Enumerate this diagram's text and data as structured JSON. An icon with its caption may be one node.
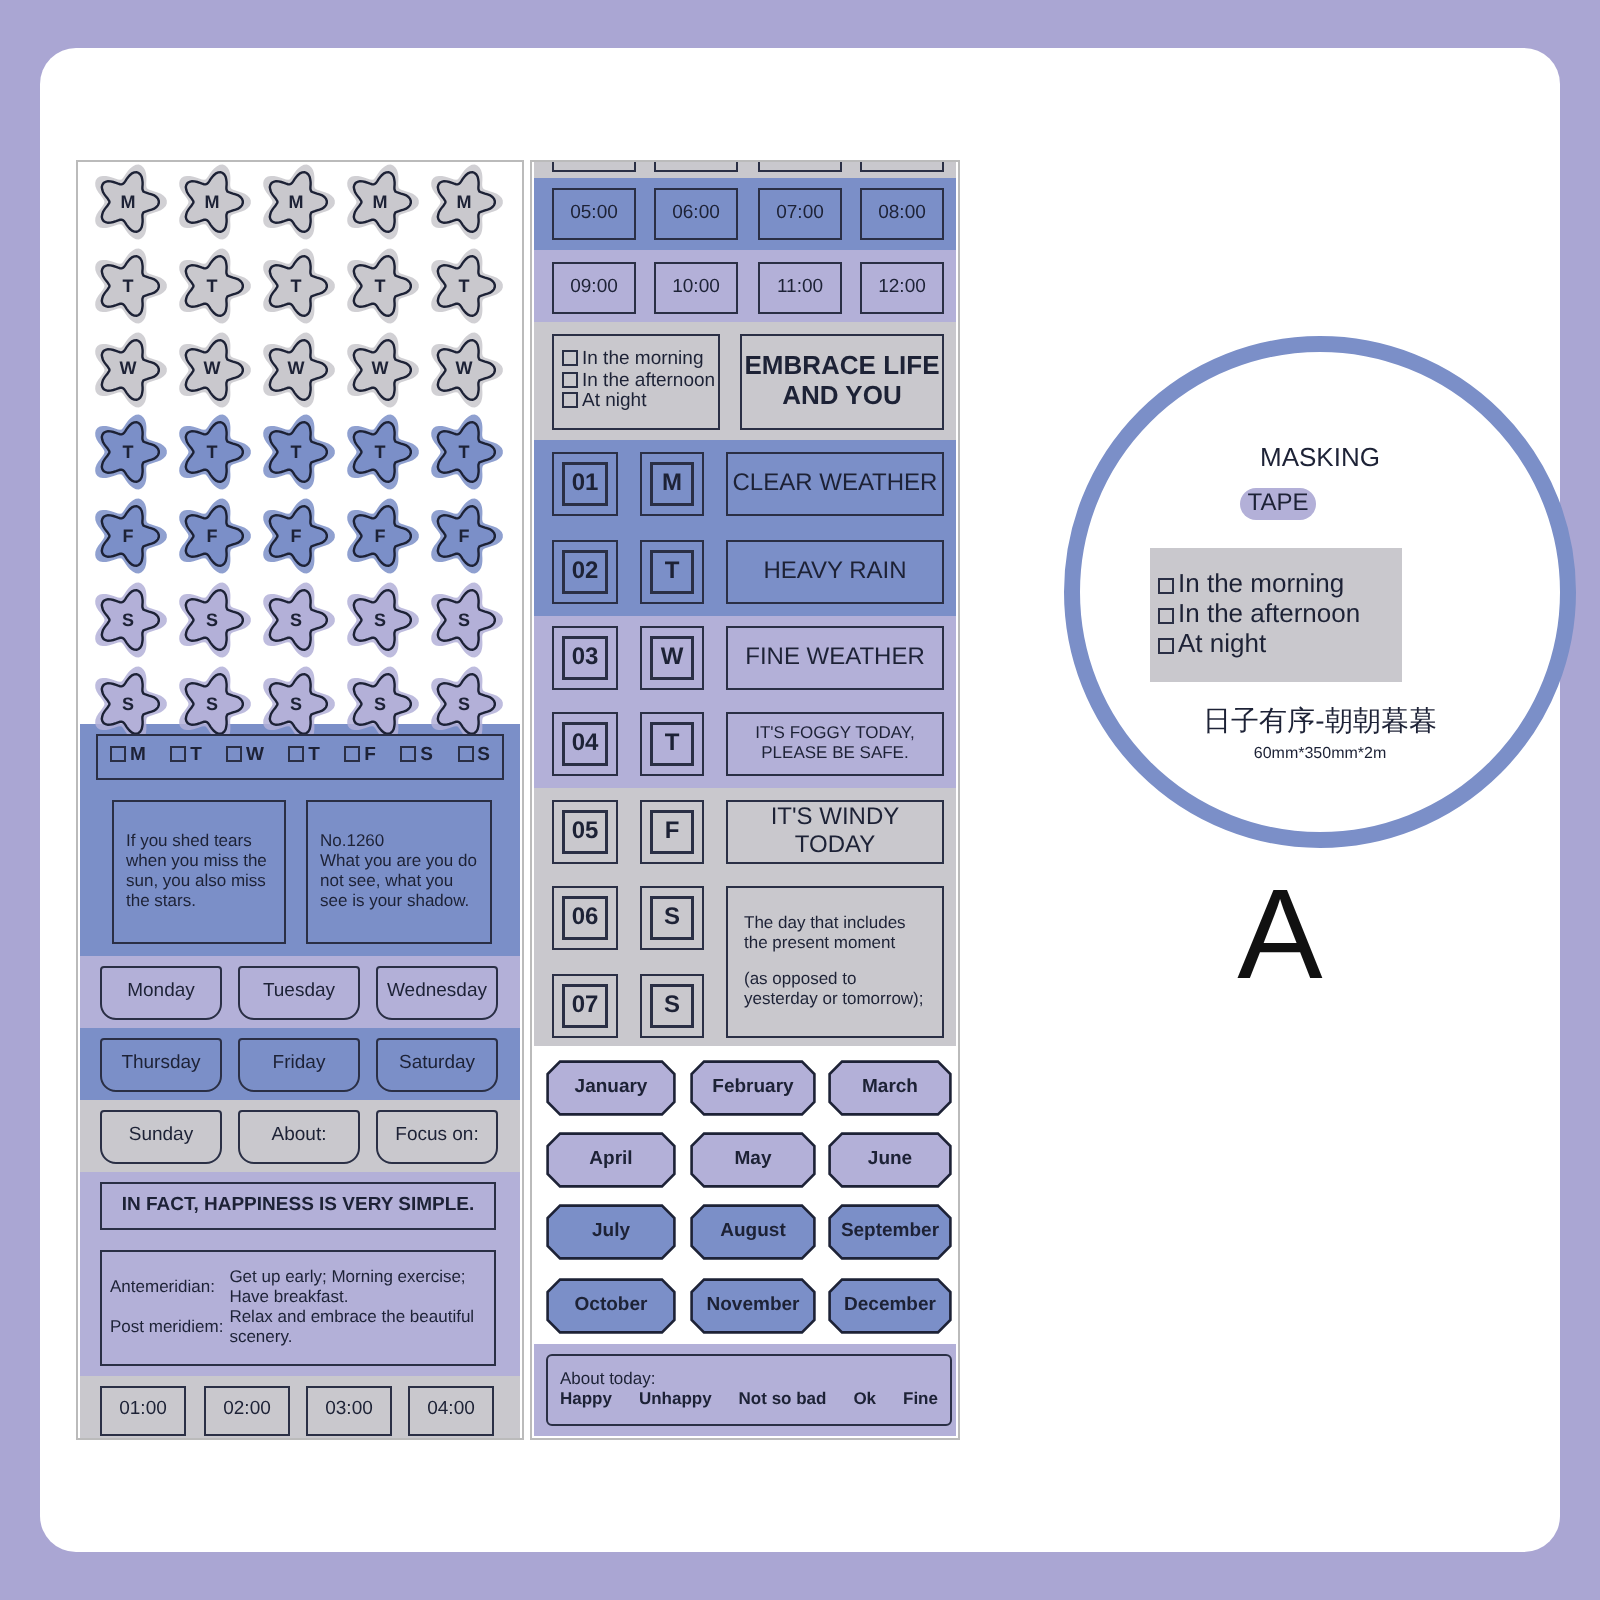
{
  "diagram": {
    "nodes": [
      {
        "text": [
          "M"
        ]
      },
      {
        "text": [
          "M"
        ]
      },
      {
        "text": [
          "M"
        ]
      },
      {
        "text": [
          "M"
        ]
      },
      {
        "text": [
          "M"
        ]
      },
      {
        "text": [
          "T"
        ]
      },
      {
        "text": [
          "T"
        ]
      },
      {
        "text": [
          "T"
        ]
      },
      {
        "text": [
          "T"
        ]
      },
      {
        "text": [
          "T"
        ]
      },
      {
        "text": [
          "W"
        ]
      },
      {
        "text": [
          "W"
        ]
      },
      {
        "text": [
          "W"
        ]
      },
      {
        "text": [
          "W"
        ]
      },
      {
        "text": [
          "W"
        ]
      },
      {
        "text": [
          "T"
        ]
      },
      {
        "text": [
          "T"
        ]
      },
      {
        "text": [
          "T"
        ]
      },
      {
        "text": [
          "T"
        ]
      },
      {
        "text": [
          "T"
        ]
      },
      {
        "text": [
          "F"
        ]
      },
      {
        "text": [
          "F"
        ]
      },
      {
        "text": [
          "F"
        ]
      },
      {
        "text": [
          "F"
        ]
      },
      {
        "text": [
          "F"
        ]
      },
      {
        "text": [
          "S"
        ]
      },
      {
        "text": [
          "S"
        ]
      },
      {
        "text": [
          "S"
        ]
      },
      {
        "text": [
          "S"
        ]
      },
      {
        "text": [
          "S"
        ]
      },
      {
        "text": [
          "S"
        ]
      },
      {
        "text": [
          "S"
        ]
      },
      {
        "text": [
          "S"
        ]
      },
      {
        "text": [
          "S"
        ]
      },
      {
        "text": [
          "S"
        ]
      },
      {
        "text": [
          "M",
          "T",
          "W",
          "T",
          "F",
          "S",
          "S"
        ]
      },
      {
        "text": [
          "If you shed tears when you miss the sun, you also miss the stars."
        ]
      },
      {
        "text": [
          "No.1260",
          "What you are you do not see, what you see is your shadow."
        ]
      },
      {
        "text": [
          "Monday"
        ]
      },
      {
        "text": [
          "Tuesday"
        ]
      },
      {
        "text": [
          "Wednesday"
        ]
      },
      {
        "text": [
          "Thursday"
        ]
      },
      {
        "text": [
          "Friday"
        ]
      },
      {
        "text": [
          "Saturday"
        ]
      },
      {
        "text": [
          "Sunday"
        ]
      },
      {
        "text": [
          "About:"
        ]
      },
      {
        "text": [
          "Focus on:"
        ]
      },
      {
        "text": [
          "IN FACT, HAPPINESS IS VERY SIMPLE."
        ]
      },
      {
        "text": [
          "Antemeridian:",
          "Get up early; Morning exercise; Have breakfast.",
          "Post meridiem:",
          "Relax and embrace the beautiful scenery."
        ]
      },
      {
        "text": [
          "01:00"
        ]
      },
      {
        "text": [
          "02:00"
        ]
      },
      {
        "text": [
          "03:00"
        ]
      },
      {
        "text": [
          "04:00"
        ]
      },
      {
        "text": [
          "05:00"
        ]
      },
      {
        "text": [
          "06:00"
        ]
      },
      {
        "text": [
          "07:00"
        ]
      },
      {
        "text": [
          "08:00"
        ]
      },
      {
        "text": [
          "09:00"
        ]
      },
      {
        "text": [
          "10:00"
        ]
      },
      {
        "text": [
          "11:00"
        ]
      },
      {
        "text": [
          "12:00"
        ]
      },
      {
        "text": [
          "In the morning",
          "In the afternoon",
          "At night"
        ]
      },
      {
        "text": [
          "EMBRACE LIFE AND YOU"
        ]
      },
      {
        "text": [
          "01"
        ]
      },
      {
        "text": [
          "M"
        ]
      },
      {
        "text": [
          "CLEAR WEATHER"
        ]
      },
      {
        "text": [
          "02"
        ]
      },
      {
        "text": [
          "T"
        ]
      },
      {
        "text": [
          "HEAVY RAIN"
        ]
      },
      {
        "text": [
          "03"
        ]
      },
      {
        "text": [
          "W"
        ]
      },
      {
        "text": [
          "FINE WEATHER"
        ]
      },
      {
        "text": [
          "04"
        ]
      },
      {
        "text": [
          "T"
        ]
      },
      {
        "text": [
          "IT'S FOGGY TODAY, PLEASE BE SAFE."
        ]
      },
      {
        "text": [
          "05"
        ]
      },
      {
        "text": [
          "F"
        ]
      },
      {
        "text": [
          "IT'S WINDY TODAY"
        ]
      },
      {
        "text": [
          "06"
        ]
      },
      {
        "text": [
          "S"
        ]
      },
      {
        "text": [
          "07"
        ]
      },
      {
        "text": [
          "S"
        ]
      },
      {
        "text": [
          "The day that includes the present moment",
          "(as opposed to yesterday or tomorrow);"
        ]
      },
      {
        "text": [
          "January"
        ]
      },
      {
        "text": [
          "February"
        ]
      },
      {
        "text": [
          "March"
        ]
      },
      {
        "text": [
          "April"
        ]
      },
      {
        "text": [
          "May"
        ]
      },
      {
        "text": [
          "June"
        ]
      },
      {
        "text": [
          "July"
        ]
      },
      {
        "text": [
          "August"
        ]
      },
      {
        "text": [
          "September"
        ]
      },
      {
        "text": [
          "October"
        ]
      },
      {
        "text": [
          "November"
        ]
      },
      {
        "text": [
          "December"
        ]
      },
      {
        "text": [
          "About today:",
          "Happy",
          "Unhappy",
          "Not so bad",
          "Ok",
          "Fine"
        ]
      },
      {
        "text": [
          "MASKING",
          "日子有序-朝朝暮暮",
          "60mm*350mm*2m"
        ]
      },
      {
        "text": [
          "TAPE"
        ],
        "in": 96
      },
      {
        "text": [
          "In the morning",
          "In the afternoon",
          "At night"
        ],
        "in": 96
      }
    ],
    "labels": [
      "A"
    ]
  }
}
